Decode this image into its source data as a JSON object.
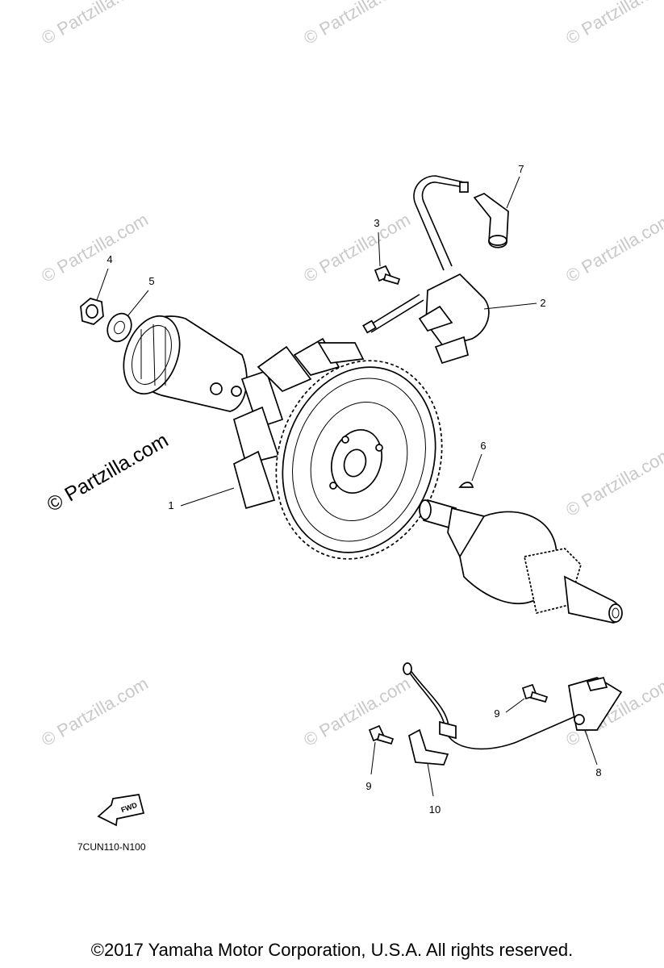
{
  "watermark_small": "© Partzilla.com",
  "watermark_large": "© Partzilla.com",
  "callouts": {
    "flywheel": "1",
    "ignition_coil": "2",
    "coil_bolt": "3",
    "nut": "4",
    "washer": "5",
    "woodruff_key": "6",
    "plug_cap": "7",
    "sensor": "8",
    "bolt_upper": "9",
    "bolt_lower": "9",
    "bracket": "10"
  },
  "fwd_arrow_label": "FWD",
  "drawing_code": "7CUN110-N100",
  "copyright": "©2017  Yamaha Motor Corporation, U.S.A. All rights reserved."
}
